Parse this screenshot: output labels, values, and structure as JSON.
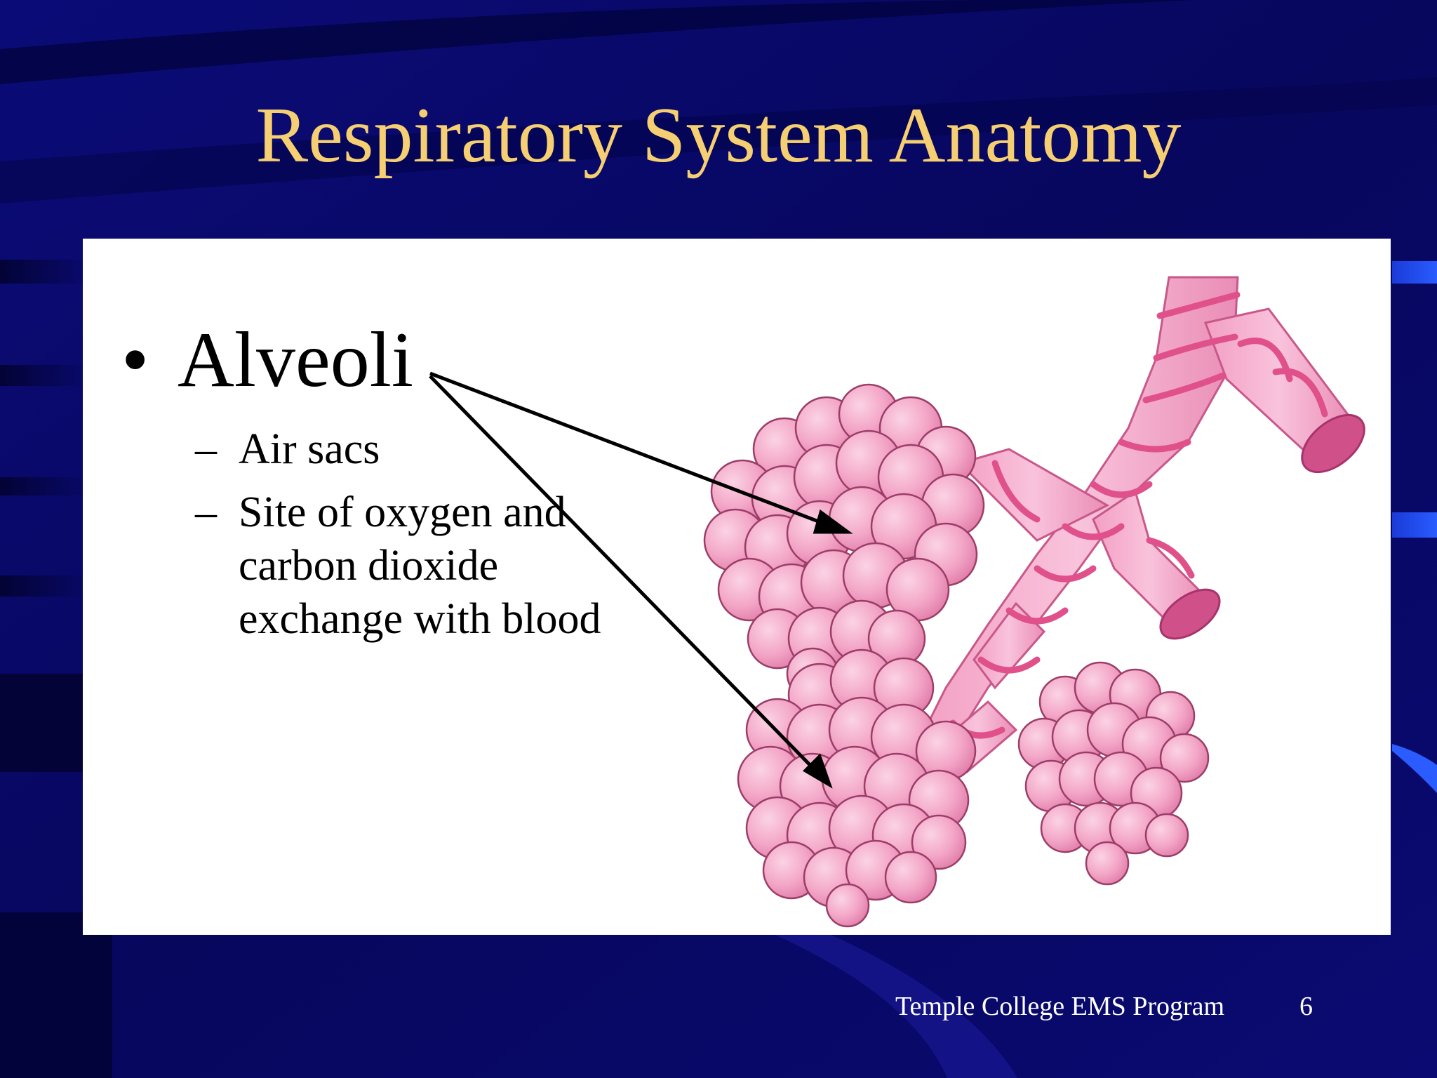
{
  "slide": {
    "title": "Respiratory System Anatomy",
    "bullet_glyph": "•",
    "dash_glyph": "–",
    "main_bullet": "Alveoli",
    "sub_bullets": [
      "Air sacs",
      "Site of oxygen and carbon dioxide exchange with blood"
    ],
    "footer_text": "Temple College EMS Program",
    "page_number": "6"
  },
  "colors": {
    "background": "#0a0a6e",
    "title": "#f5cf72",
    "panel": "#ffffff",
    "alveoli_fill": "#f2a0c4",
    "airway_fill": "#f6a8c8",
    "muscle_band": "#e0508a"
  },
  "illustration": {
    "subject": "alveoli-clusters-and-bronchioles"
  }
}
